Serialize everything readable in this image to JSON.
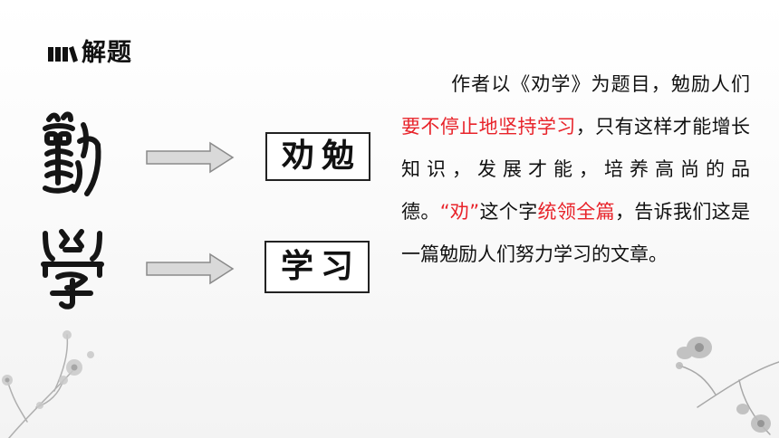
{
  "title": {
    "text": "解题",
    "icon": "books-icon"
  },
  "seal_characters": [
    {
      "glyph": "勸",
      "style": "seal-script"
    },
    {
      "glyph": "學",
      "style": "seal-script"
    }
  ],
  "modern_words": [
    "劝勉",
    "学习"
  ],
  "paragraph": {
    "segments": [
      {
        "text": "作者以《劝学》为题目，勉励人们",
        "emphasis": false
      },
      {
        "text": "要不停止地坚持学习",
        "emphasis": true
      },
      {
        "text": "，只有这样才能增长知识，发展才能，培养高尚的品德。",
        "emphasis": false
      },
      {
        "text": "“劝”",
        "emphasis": true
      },
      {
        "text": "这个字",
        "emphasis": false
      },
      {
        "text": "统领全篇",
        "emphasis": true
      },
      {
        "text": "，告诉我们这是一篇勉励人们努力学习的文章。",
        "emphasis": false
      }
    ]
  },
  "colors": {
    "emphasis": "#e8232a",
    "text": "#111111",
    "arrow_fill": "#d9d9d9",
    "arrow_stroke": "#8a8a8a"
  }
}
